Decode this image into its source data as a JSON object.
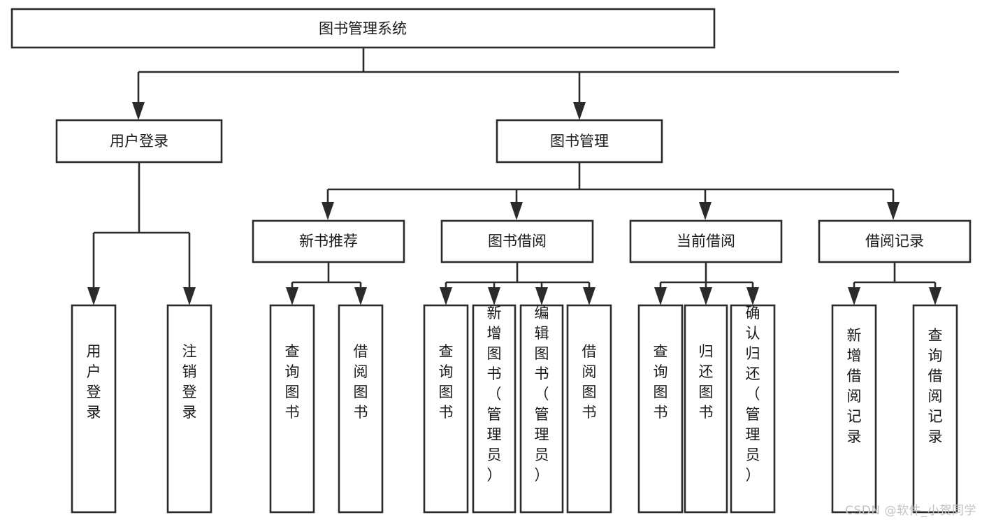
{
  "diagram": {
    "title": "图书管理系统",
    "type": "function-structure-tree",
    "orientation": "top-down",
    "box_fill": "#ffffff",
    "box_stroke": "#2b2b2b",
    "text_color": "#1a1a1a",
    "background": "#ffffff"
  },
  "nodes": {
    "root": {
      "label": "图书管理系统",
      "level": 0,
      "orientation": "horizontal"
    },
    "l1": [
      {
        "id": "user-login",
        "label": "用户登录",
        "level": 1,
        "orientation": "horizontal"
      },
      {
        "id": "book-manage",
        "label": "图书管理",
        "level": 1,
        "orientation": "horizontal"
      }
    ],
    "l2": [
      {
        "id": "new-book-recommend",
        "label": "新书推荐",
        "level": 2,
        "orientation": "horizontal",
        "parent": "book-manage"
      },
      {
        "id": "book-borrow",
        "label": "图书借阅",
        "level": 2,
        "orientation": "horizontal",
        "parent": "book-manage"
      },
      {
        "id": "current-borrow",
        "label": "当前借阅",
        "level": 2,
        "orientation": "horizontal",
        "parent": "book-manage"
      },
      {
        "id": "borrow-record",
        "label": "借阅记录",
        "level": 2,
        "orientation": "horizontal",
        "parent": "book-manage"
      }
    ],
    "leaves": [
      {
        "id": "leaf-user-login",
        "label": "用户登录",
        "parent": "user-login",
        "orientation": "vertical"
      },
      {
        "id": "leaf-user-logout",
        "label": "注销登录",
        "parent": "user-login",
        "orientation": "vertical"
      },
      {
        "id": "leaf-query-book-1",
        "label": "查询图书",
        "parent": "new-book-recommend",
        "orientation": "vertical"
      },
      {
        "id": "leaf-borrow-book-1",
        "label": "借阅图书",
        "parent": "new-book-recommend",
        "orientation": "vertical"
      },
      {
        "id": "leaf-query-book-2",
        "label": "查询图书",
        "parent": "book-borrow",
        "orientation": "vertical"
      },
      {
        "id": "leaf-add-book",
        "label": "新增图书（管理员）",
        "parent": "book-borrow",
        "orientation": "vertical"
      },
      {
        "id": "leaf-edit-book",
        "label": "编辑图书（管理员）",
        "parent": "book-borrow",
        "orientation": "vertical"
      },
      {
        "id": "leaf-borrow-book-2",
        "label": "借阅图书",
        "parent": "book-borrow",
        "orientation": "vertical"
      },
      {
        "id": "leaf-query-book-3",
        "label": "查询图书",
        "parent": "current-borrow",
        "orientation": "vertical"
      },
      {
        "id": "leaf-return-book",
        "label": "归还图书",
        "parent": "current-borrow",
        "orientation": "vertical"
      },
      {
        "id": "leaf-confirm-return",
        "label": "确认归还（管理员）",
        "parent": "current-borrow",
        "orientation": "vertical"
      },
      {
        "id": "leaf-add-record",
        "label": "新增借阅记录",
        "parent": "borrow-record",
        "orientation": "vertical"
      },
      {
        "id": "leaf-query-record",
        "label": "查询借阅记录",
        "parent": "borrow-record",
        "orientation": "vertical"
      }
    ]
  },
  "watermark": {
    "text": "CSDN @软件_小贺同学"
  }
}
